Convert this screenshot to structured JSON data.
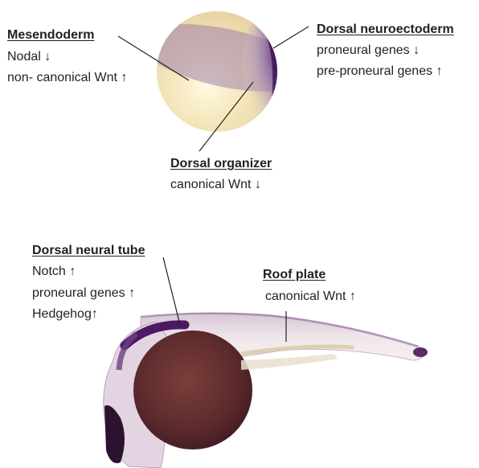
{
  "colors": {
    "stain": "#4b1a62",
    "yolk_light": "#f0e2b2",
    "yolk_brown": "#5b2a2a",
    "line": "#231f20"
  },
  "top_panel": {
    "mesendoderm": {
      "title": "Mesendoderm",
      "lines": [
        "Nodal ↓",
        "non- canonical Wnt ↑"
      ]
    },
    "dorsal_neuroectoderm": {
      "title": "Dorsal neuroectoderm",
      "lines": [
        "proneural genes ↓",
        "pre-proneural genes ↑"
      ]
    },
    "dorsal_organizer": {
      "title": "Dorsal organizer",
      "lines": [
        "canonical Wnt ↓"
      ]
    }
  },
  "bottom_panel": {
    "dorsal_neural_tube": {
      "title": "Dorsal neural tube",
      "lines": [
        "Notch ↑",
        "proneural genes ↑",
        "Hedgehog↑"
      ]
    },
    "roof_plate": {
      "title": "Roof plate",
      "lines": [
        "canonical Wnt ↑"
      ]
    }
  }
}
